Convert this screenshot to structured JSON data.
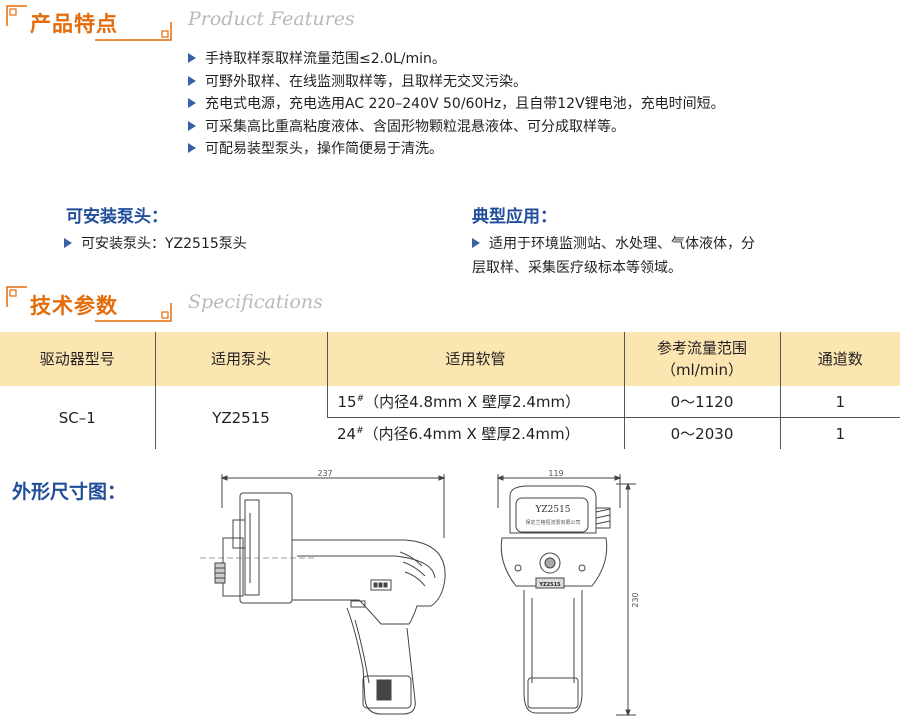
{
  "features": {
    "title": "产品特点",
    "subtitle_en": "Product Features",
    "items": [
      "手持取样泵取样流量范围≤2.0L/min。",
      "可野外取样、在线监测取样等，且取样无交叉污染。",
      "充电式电源，充电选用AC 220–240V 50/60Hz，且自带12V锂电池，充电时间短。",
      "可采集高比重高粘度液体、含固形物颗粒混悬液体、可分成取样等。",
      "可配易装型泵头，操作简便易于清洗。"
    ]
  },
  "pump_heads": {
    "title": "可安装泵头：",
    "text": "可安装泵头：YZ2515泵头"
  },
  "applications": {
    "title": "典型应用：",
    "line1": "适用于环境监测站、水处理、气体液体，分",
    "line2": "层取样、采集医疗级标本等领域。"
  },
  "specs": {
    "title": "技术参数",
    "subtitle_en": "Specifications",
    "headers": {
      "driver": "驱动器型号",
      "pump_head": "适用泵头",
      "tubing": "适用软管",
      "flow_line1": "参考流量范围",
      "flow_line2": "（ml/min）",
      "channels": "通道数"
    },
    "model": "SC–1",
    "head": "YZ2515",
    "rows": [
      {
        "tube_no": "15",
        "sup": "#",
        "tube_spec": "（内径4.8mm X 壁厚2.4mm）",
        "flow": "0～1120",
        "channels": "1"
      },
      {
        "tube_no": "24",
        "sup": "#",
        "tube_spec": "（内径6.4mm X 壁厚2.4mm）",
        "flow": "0～2030",
        "channels": "1"
      }
    ]
  },
  "dimensions": {
    "title": "外形尺寸图：",
    "side_width": "237",
    "front_width": "119",
    "height": "230",
    "pump_label": "YZ2515",
    "company_label": "保定兰格恒流泵有限公司",
    "badge_label": "YZ2515"
  },
  "colors": {
    "accent": "#e36c0a",
    "heading_blue": "#214e9a",
    "bullet": "#3b5fa7",
    "table_header": "#fbe6b2"
  }
}
